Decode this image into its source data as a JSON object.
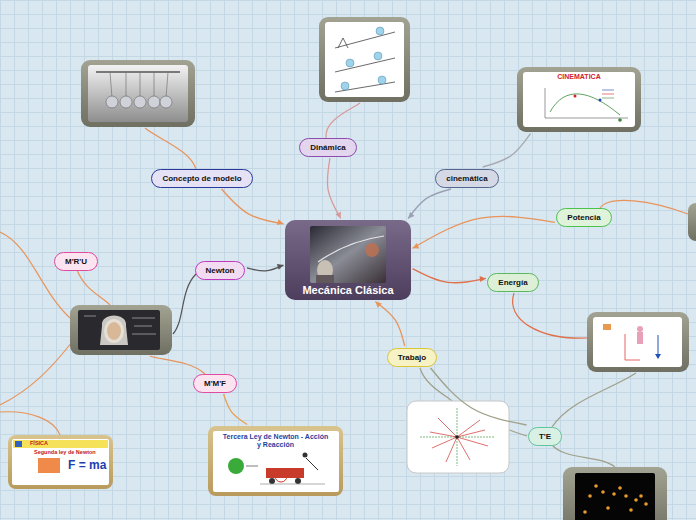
{
  "diagram": {
    "nodes": [
      {
        "text": [
          "Concepto de modelo"
        ]
      },
      {
        "text": [
          "Dinámica"
        ]
      },
      {
        "text": [
          "cinemática"
        ]
      },
      {
        "text": [
          "CINEMATICA"
        ]
      },
      {
        "text": [
          "Potencia"
        ]
      },
      {
        "text": [
          "Mecánica Clásica"
        ]
      },
      {
        "text": [
          "M'R'U"
        ]
      },
      {
        "text": [
          "Newton"
        ]
      },
      {
        "text": [
          "Energía"
        ]
      },
      {
        "text": [
          "Trabajo"
        ]
      },
      {
        "text": [
          "M'M'F"
        ]
      },
      {
        "text": [
          "Tercera Ley de Newton - Acción y Reacción"
        ]
      },
      {
        "text": [
          "T'E"
        ]
      },
      {
        "text": [
          "FÍSICA",
          "Segunda ley de Newton",
          "F = ma"
        ]
      }
    ],
    "edges": [
      {
        "from": 0,
        "to": 5,
        "arrow": "to"
      },
      {
        "from": 1,
        "to": 5,
        "arrow": "to"
      },
      {
        "from": 2,
        "to": 5,
        "arrow": "to"
      },
      {
        "from": 2,
        "to": 3,
        "arrow": "none"
      },
      {
        "from": 4,
        "to": 5,
        "arrow": "to"
      },
      {
        "from": 7,
        "to": 5,
        "arrow": "to"
      },
      {
        "from": 5,
        "to": 8,
        "arrow": "to"
      },
      {
        "from": 9,
        "to": 5,
        "arrow": "to"
      },
      {
        "from": 10,
        "to": 11,
        "arrow": "none"
      },
      {
        "from": 9,
        "to": 12,
        "arrow": "none"
      }
    ]
  }
}
